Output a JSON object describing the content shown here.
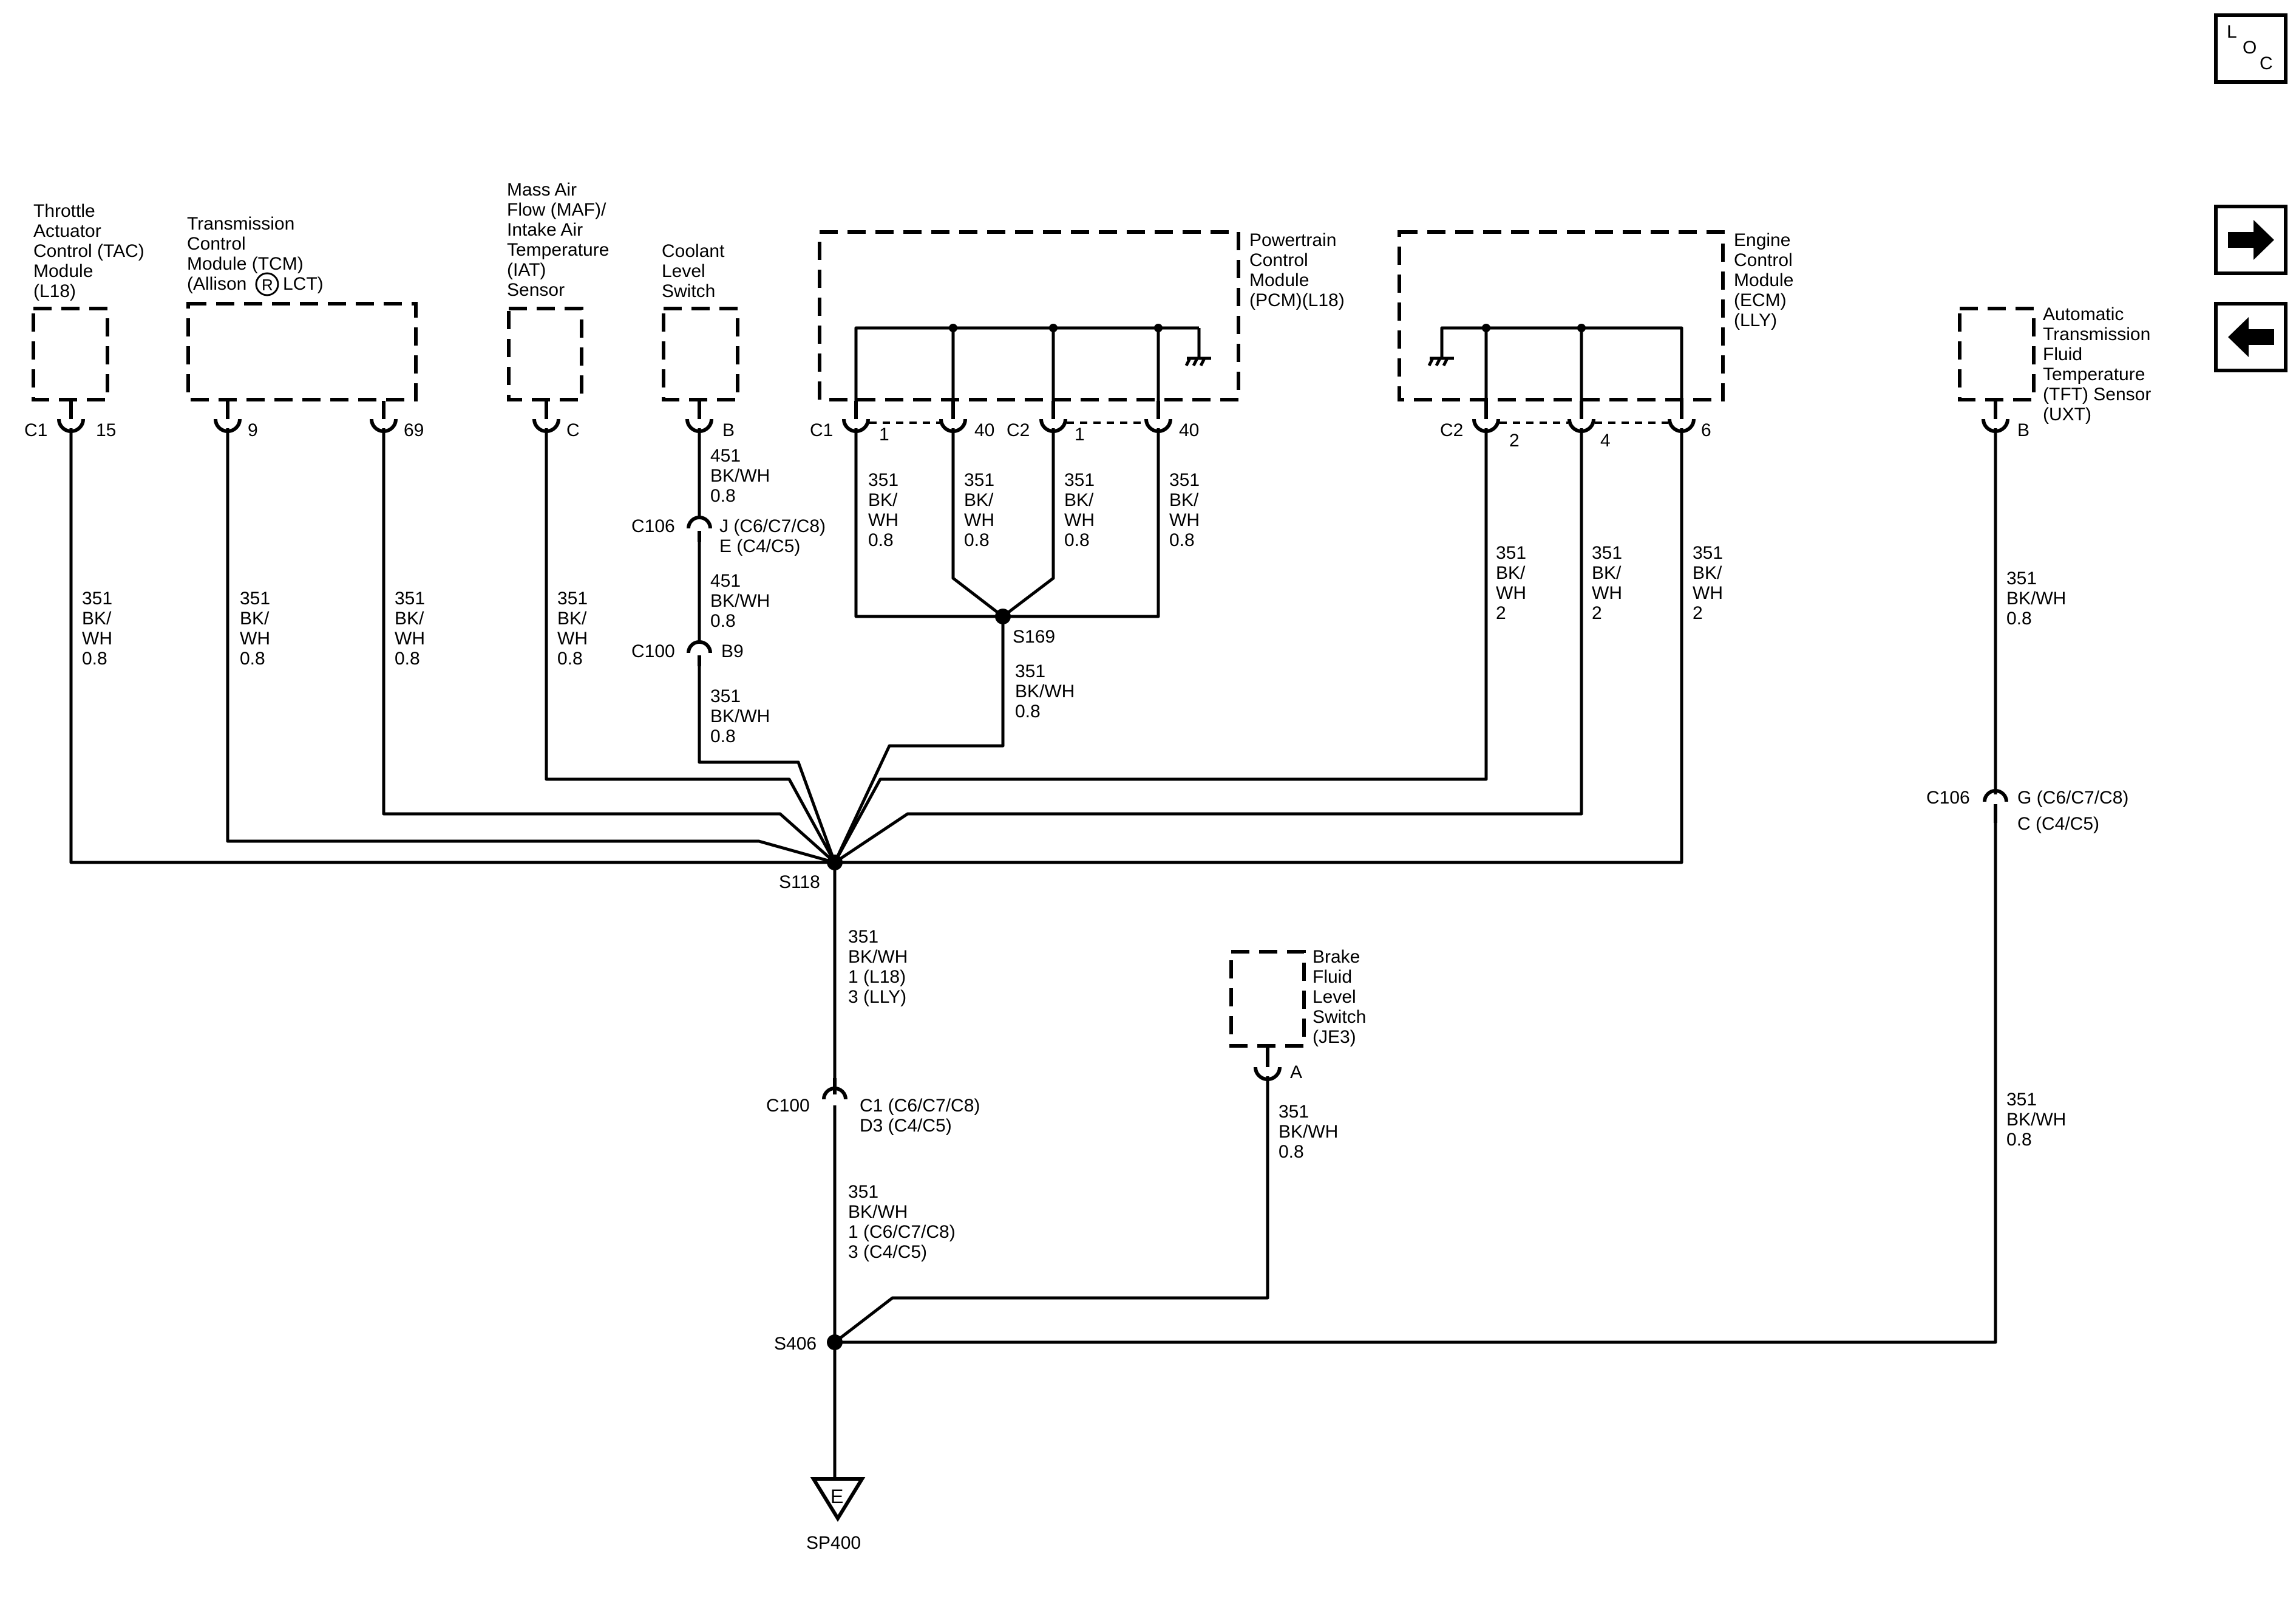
{
  "nav": {
    "loc": [
      "L",
      "O",
      "C"
    ]
  },
  "components": {
    "tac": {
      "lines": [
        "Throttle",
        "Actuator",
        "Control (TAC)",
        "Module",
        "(L18)"
      ]
    },
    "tcm": {
      "lines": [
        "Transmission",
        "Control",
        "Module (TCM)"
      ],
      "line4_pre": "(Allison",
      "line4_post": "LCT)",
      "mark": "R"
    },
    "maf": {
      "lines": [
        "Mass Air",
        "Flow (MAF)/",
        "Intake Air",
        "Temperature",
        "(IAT)",
        "Sensor"
      ]
    },
    "coolant": {
      "lines": [
        "Coolant",
        "Level",
        "Switch"
      ]
    },
    "pcm": {
      "lines": [
        "Powertrain",
        "Control",
        "Module",
        "(PCM)(L18)"
      ]
    },
    "ecm": {
      "lines": [
        "Engine",
        "Control",
        "Module",
        "(ECM)",
        "(LLY)"
      ]
    },
    "tft": {
      "lines": [
        "Automatic",
        "Transmission",
        "Fluid",
        "Temperature",
        "(TFT) Sensor",
        "(UXT)"
      ]
    },
    "brake": {
      "lines": [
        "Brake",
        "Fluid",
        "Level",
        "Switch",
        "(JE3)"
      ]
    }
  },
  "pins": {
    "tac_conn": "C1",
    "tac_pin": "15",
    "tcm_pin1": "9",
    "tcm_pin2": "69",
    "maf_pin": "C",
    "cool_pin": "B",
    "pcm_conn1": "C1",
    "pcm_pin1": "1",
    "pcm_pin2": "40",
    "pcm_conn2": "C2",
    "pcm_pin3": "1",
    "pcm_pin4": "40",
    "ecm_conn": "C2",
    "ecm_pin1": "2",
    "ecm_pin2": "4",
    "ecm_pin3": "6",
    "tft_pin": "B",
    "brake_pin": "A"
  },
  "wires": {
    "tac": [
      "351",
      "BK/",
      "WH",
      "0.8"
    ],
    "tcm9": [
      "351",
      "BK/",
      "WH",
      "0.8"
    ],
    "tcm69": [
      "351",
      "BK/",
      "WH",
      "0.8"
    ],
    "maf": [
      "351",
      "BK/",
      "WH",
      "0.8"
    ],
    "cool_a": [
      "451",
      "BK/WH",
      "0.8"
    ],
    "cool_b": [
      "451",
      "BK/WH",
      "0.8"
    ],
    "cool_c": [
      "351",
      "BK/WH",
      "0.8"
    ],
    "pcm1": [
      "351",
      "BK/",
      "WH",
      "0.8"
    ],
    "pcm2": [
      "351",
      "BK/",
      "WH",
      "0.8"
    ],
    "pcm3": [
      "351",
      "BK/",
      "WH",
      "0.8"
    ],
    "pcm4": [
      "351",
      "BK/",
      "WH",
      "0.8"
    ],
    "s169": [
      "351",
      "BK/WH",
      "0.8"
    ],
    "ecm1": [
      "351",
      "BK/",
      "WH",
      "2"
    ],
    "ecm2": [
      "351",
      "BK/",
      "WH",
      "2"
    ],
    "ecm3": [
      "351",
      "BK/",
      "WH",
      "2"
    ],
    "tft_a": [
      "351",
      "BK/WH",
      "0.8"
    ],
    "tft_b": [
      "351",
      "BK/WH",
      "0.8"
    ],
    "main_a": [
      "351",
      "BK/WH",
      "1 (L18)",
      "3 (LLY)"
    ],
    "main_b": [
      "351",
      "BK/WH",
      "1 (C6/C7/C8)",
      "3 (C4/C5)"
    ],
    "brake": [
      "351",
      "BK/WH",
      "0.8"
    ]
  },
  "connectors": {
    "c106_left": {
      "name": "C106",
      "lines": [
        "J (C6/C7/C8)",
        "E (C4/C5)"
      ]
    },
    "c100_left": {
      "name": "C100",
      "lines": [
        "B9"
      ]
    },
    "c100_main": {
      "name": "C100",
      "lines": [
        "C1 (C6/C7/C8)",
        "D3 (C4/C5)"
      ]
    },
    "c106_right": {
      "name": "C106",
      "lines": [
        "G (C6/C7/C8)",
        "C (C4/C5)"
      ]
    }
  },
  "splices": {
    "s169": "S169",
    "s118": "S118",
    "s406": "S406"
  },
  "ground": {
    "letter": "E",
    "name": "SP400"
  }
}
